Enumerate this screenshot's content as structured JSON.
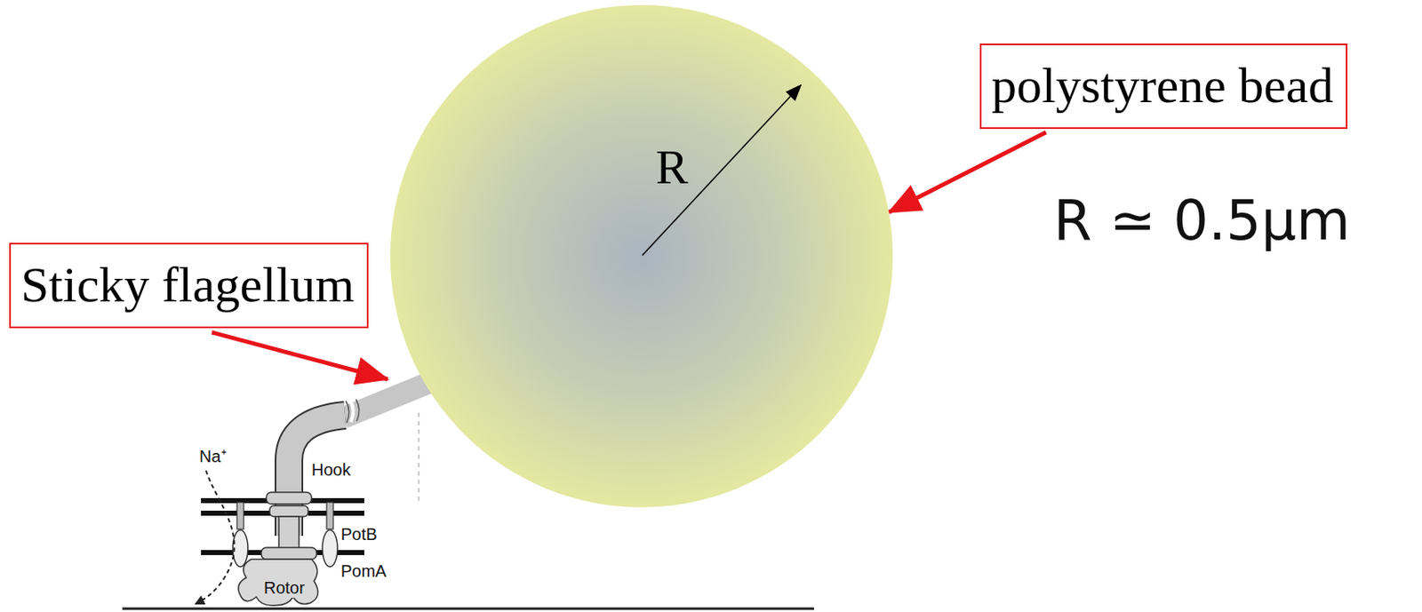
{
  "diagram": {
    "nodes": [
      {
        "text": [
          "R"
        ]
      },
      {
        "text": [
          "polystyrene bead"
        ]
      },
      {
        "text": [
          "Sticky flagellum"
        ]
      }
    ],
    "edges": [
      {
        "from": 1,
        "to": 0,
        "arrow": "to"
      }
    ],
    "labels": [
      "R ≃ 0.5μm",
      "Na⁺",
      "Hook",
      "PotB",
      "PomA",
      "Rotor"
    ]
  }
}
